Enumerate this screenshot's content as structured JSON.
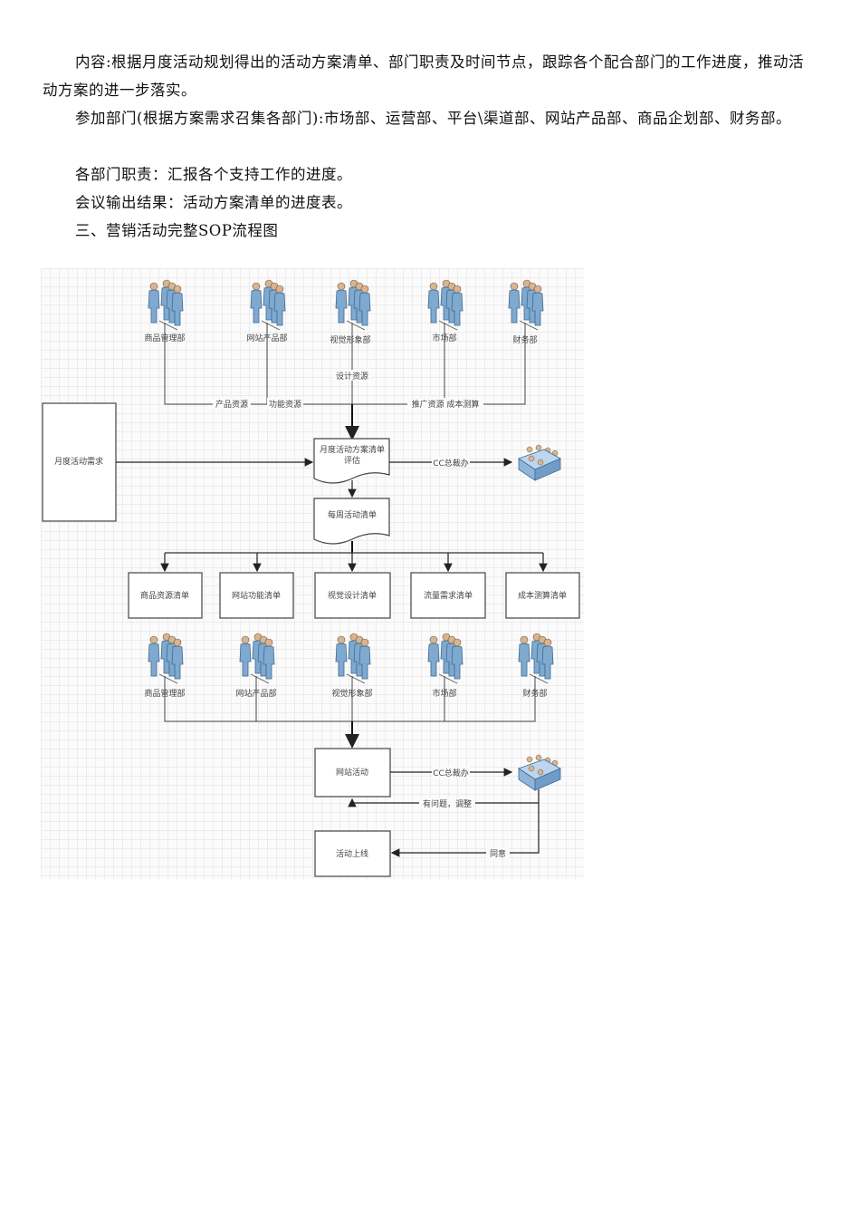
{
  "paragraphs": {
    "content": "内容:根据月度活动规划得出的活动方案清单、部门职责及时间节点，跟踪各个配合部门的工作进度，推动活动方案的进一步落实。",
    "departments": "参加部门(根据方案需求召集各部门):市场部、运营部、平台\\渠道部、网站产品部、商品企划部、财务部。",
    "duties": "各部门职责：汇报各个支持工作的进度。",
    "output": "会议输出结果：活动方案清单的进度表。",
    "section_heading": "三、营销活动完整SOP流程图"
  },
  "diagram": {
    "top_departments": [
      {
        "label": "商品管理部",
        "icon": "people-group-icon"
      },
      {
        "label": "网站产品部",
        "icon": "people-group-icon"
      },
      {
        "label": "视觉形象部",
        "icon": "people-group-icon"
      },
      {
        "label": "市场部",
        "icon": "people-group-icon"
      },
      {
        "label": "财务部",
        "icon": "people-group-icon"
      }
    ],
    "top_edge_labels": {
      "product": "产品资源",
      "function": "功能资源",
      "design": "设计资源",
      "promo_cost": "推广资源 成本测算"
    },
    "monthly_demand": "月度活动需求",
    "plan_eval": [
      "月度活动方案清单",
      "评估"
    ],
    "cc_president_1": "CC总裁办",
    "weekly_list": "每周活动清单",
    "lists": [
      "商品资源清单",
      "网站功能清单",
      "视觉设计清单",
      "流量需求清单",
      "成本测算清单"
    ],
    "bottom_departments": [
      {
        "label": "商品管理部",
        "icon": "people-group-icon"
      },
      {
        "label": "网站产品部",
        "icon": "people-group-icon"
      },
      {
        "label": "视觉形象部",
        "icon": "people-group-icon"
      },
      {
        "label": "市场部",
        "icon": "people-group-icon"
      },
      {
        "label": "财务部",
        "icon": "people-group-icon"
      }
    ],
    "site_activity": "网站活动",
    "cc_president_2": "CC总裁办",
    "issue_adjust": "有问题，调整",
    "approve": "同意",
    "go_live": "活动上线",
    "colors": {
      "person_fill": "#7fa9cf",
      "person_stroke": "#3f6a91",
      "line": "#333333",
      "box_stroke": "#444444"
    }
  }
}
